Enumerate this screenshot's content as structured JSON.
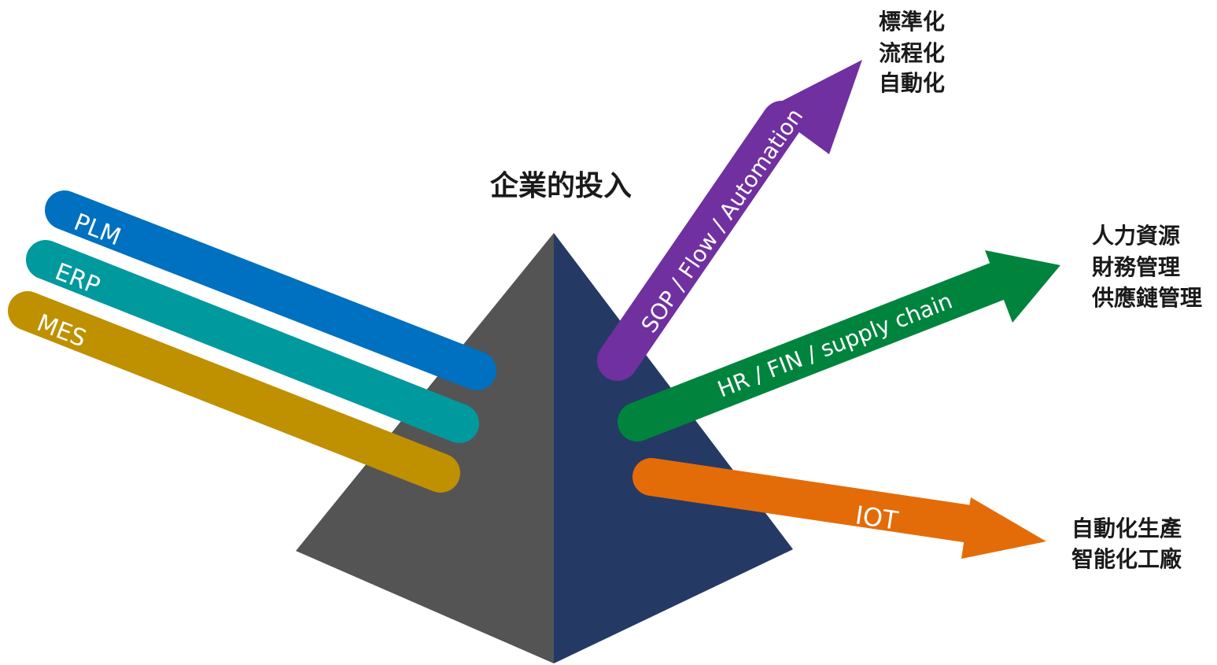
{
  "title": "企業的投入",
  "inputs": [
    {
      "label": "PLM",
      "color": "#0070c0"
    },
    {
      "label": "ERP",
      "color": "#00999e"
    },
    {
      "label": "MES",
      "color": "#bf9000"
    }
  ],
  "outputs": [
    {
      "label": "SOP / Flow / Automation",
      "color": "#7030a0",
      "results": [
        "標準化",
        "流程化",
        "自動化"
      ]
    },
    {
      "label": "HR / FIN / supply chain",
      "color": "#00843d",
      "results": [
        "人力資源",
        "財務管理",
        "供應鏈管理"
      ]
    },
    {
      "label": "IOT",
      "color": "#e36c09",
      "results": [
        "自動化生產",
        "智能化工廠"
      ]
    }
  ],
  "prism": {
    "left_color": "#545454",
    "right_color": "#243a64"
  }
}
